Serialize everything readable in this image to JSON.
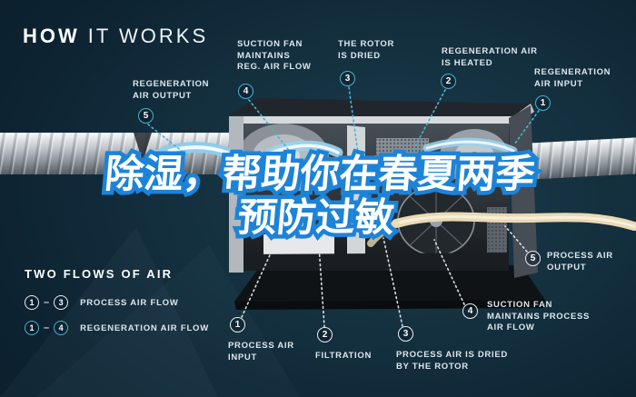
{
  "title": {
    "bold": "HOW",
    "light": "IT WORKS"
  },
  "headline": {
    "line1": "除湿，帮助你在春夏两季",
    "line2": "预防过敏"
  },
  "legend": {
    "title": "TWO FLOWS OF AIR",
    "rows": [
      {
        "from": "1",
        "sep": "–",
        "to": "3",
        "label": "PROCESS AIR FLOW",
        "style": "white"
      },
      {
        "from": "1",
        "sep": "–",
        "to": "4",
        "label": "REGENERATION AIR FLOW",
        "style": "teal"
      }
    ]
  },
  "regen": {
    "items": [
      {
        "num": "5",
        "label": "REGENERATION\nAIR OUTPUT"
      },
      {
        "num": "4",
        "label": "SUCTION FAN\nMAINTAINS\nREG. AIR FLOW"
      },
      {
        "num": "3",
        "label": "THE ROTOR\nIS DRIED"
      },
      {
        "num": "2",
        "label": "REGENERATION AIR\nIS HEATED"
      },
      {
        "num": "1",
        "label": "REGENERATION\nAIR INPUT"
      }
    ]
  },
  "process": {
    "items": [
      {
        "num": "1",
        "label": "PROCESS AIR\nINPUT"
      },
      {
        "num": "2",
        "label": "FILTRATION"
      },
      {
        "num": "3",
        "label": "PROCESS AIR IS DRIED\nBY THE ROTOR"
      },
      {
        "num": "4",
        "label": "SUCTION FAN\nMAINTAINS PROCESS\nAIR FLOW"
      },
      {
        "num": "5",
        "label": "PROCESS AIR\nOUTPUT"
      }
    ]
  },
  "colors": {
    "background_navy": "#122a38",
    "accent_teal": "#47b3d3",
    "process_badge_white": "#e9eef2",
    "headline_fill": "#ffffff",
    "headline_stroke": "#1d83d8",
    "duct_silver": "#c6cbd0",
    "heater_orange": "#e0801f",
    "airflow_blue": "#8fccec",
    "regen_ribbon_beige": "#e9d9b4"
  }
}
